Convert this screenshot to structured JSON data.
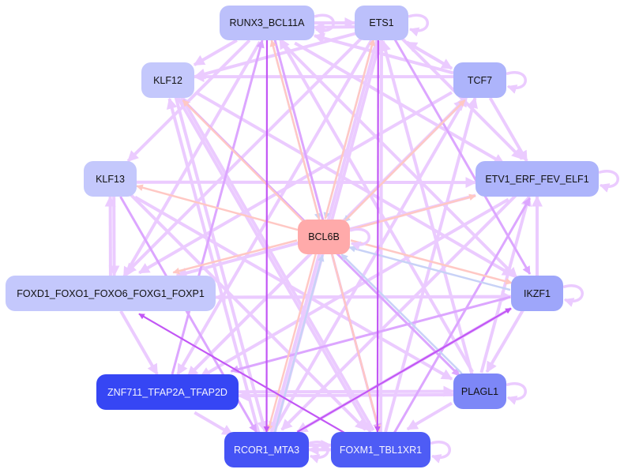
{
  "nodes": [
    {
      "id": "RUNX3_BCL11A",
      "label": "RUNX3_BCL11A",
      "color": "#bcc0fb",
      "self_loop": true
    },
    {
      "id": "ETS1",
      "label": "ETS1",
      "color": "#bcc0fb",
      "self_loop": true
    },
    {
      "id": "TCF7",
      "label": "TCF7",
      "color": "#adb4fb",
      "self_loop": true
    },
    {
      "id": "ETV1_ERF_FEV_ELF1",
      "label": "ETV1_ERF_FEV_ELF1",
      "color": "#adb4fb",
      "self_loop": true
    },
    {
      "id": "IKZF1",
      "label": "IKZF1",
      "color": "#9ea6fa",
      "self_loop": true
    },
    {
      "id": "PLAGL1",
      "label": "PLAGL1",
      "color": "#7d87f7",
      "self_loop": true
    },
    {
      "id": "FOXM1_TBL1XR1",
      "label": "FOXM1_TBL1XR1",
      "color": "#4e5cf5",
      "self_loop": true,
      "dark": true
    },
    {
      "id": "RCOR1_MTA3",
      "label": "RCOR1_MTA3",
      "color": "#4553f5",
      "self_loop": true,
      "dark": true
    },
    {
      "id": "ZNF711_TFAP2A_TFAP2D",
      "label": "ZNF711_TFAP2A_TFAP2D",
      "color": "#3646f4",
      "self_loop": false,
      "dark": true
    },
    {
      "id": "FOXD1_FOXO1_FOXO6_FOXG1_FOXP1",
      "label": "FOXD1_FOXO1_FOXO6_FOXG1_FOXP1",
      "color": "#c4c8fc",
      "self_loop": false
    },
    {
      "id": "KLF13",
      "label": "KLF13",
      "color": "#c4c8fc",
      "self_loop": false
    },
    {
      "id": "KLF12",
      "label": "KLF12",
      "color": "#c4c8fc",
      "self_loop": false
    },
    {
      "id": "BCL6B",
      "label": "BCL6B",
      "color": "#ffaaaa",
      "self_loop": true
    }
  ],
  "edge_colors": {
    "light": "#ebcbff",
    "mid": "#dca6ff",
    "strong": "#c257f5",
    "pink": "#ffc8c4",
    "blue": "#c8d2f7"
  },
  "edges": [
    [
      "ETS1",
      "RUNX3_BCL11A",
      "light"
    ],
    [
      "RUNX3_BCL11A",
      "ETS1",
      "light"
    ],
    [
      "ETS1",
      "TCF7",
      "light"
    ],
    [
      "TCF7",
      "ETS1",
      "light"
    ],
    [
      "TCF7",
      "ETV1_ERF_FEV_ELF1",
      "light"
    ],
    [
      "RUNX3_BCL11A",
      "ETV1_ERF_FEV_ELF1",
      "light"
    ],
    [
      "ETS1",
      "ETV1_ERF_FEV_ELF1",
      "light"
    ],
    [
      "TCF7",
      "RUNX3_BCL11A",
      "light"
    ],
    [
      "TCF7",
      "KLF12",
      "light"
    ],
    [
      "ETS1",
      "KLF12",
      "light"
    ],
    [
      "RUNX3_BCL11A",
      "KLF12",
      "light"
    ],
    [
      "KLF13",
      "ETV1_ERF_FEV_ELF1",
      "light"
    ],
    [
      "KLF13",
      "FOXD1_FOXO1_FOXO6_FOXG1_FOXP1",
      "light"
    ],
    [
      "FOXD1_FOXO1_FOXO6_FOXG1_FOXP1",
      "KLF13",
      "light"
    ],
    [
      "FOXD1_FOXO1_FOXO6_FOXG1_FOXP1",
      "IKZF1",
      "light"
    ],
    [
      "IKZF1",
      "FOXD1_FOXO1_FOXO6_FOXG1_FOXP1",
      "light"
    ],
    [
      "FOXD1_FOXO1_FOXO6_FOXG1_FOXP1",
      "ZNF711_TFAP2A_TFAP2D",
      "light"
    ],
    [
      "ZNF711_TFAP2A_TFAP2D",
      "RCOR1_MTA3",
      "light"
    ],
    [
      "RCOR1_MTA3",
      "FOXM1_TBL1XR1",
      "light"
    ],
    [
      "FOXM1_TBL1XR1",
      "RCOR1_MTA3",
      "light"
    ],
    [
      "PLAGL1",
      "FOXM1_TBL1XR1",
      "light"
    ],
    [
      "PLAGL1",
      "ZNF711_TFAP2A_TFAP2D",
      "light"
    ],
    [
      "ZNF711_TFAP2A_TFAP2D",
      "PLAGL1",
      "light"
    ],
    [
      "IKZF1",
      "PLAGL1",
      "light"
    ],
    [
      "PLAGL1",
      "ETV1_ERF_FEV_ELF1",
      "light"
    ],
    [
      "IKZF1",
      "ETV1_ERF_FEV_ELF1",
      "light"
    ],
    [
      "FOXM1_TBL1XR1",
      "ETV1_ERF_FEV_ELF1",
      "mid"
    ],
    [
      "RCOR1_MTA3",
      "TCF7",
      "light"
    ],
    [
      "FOXM1_TBL1XR1",
      "TCF7",
      "light"
    ],
    [
      "ZNF711_TFAP2A_TFAP2D",
      "TCF7",
      "light"
    ],
    [
      "KLF12",
      "RCOR1_MTA3",
      "light"
    ],
    [
      "KLF12",
      "FOXM1_TBL1XR1",
      "light"
    ],
    [
      "KLF12",
      "PLAGL1",
      "mid"
    ],
    [
      "KLF12",
      "IKZF1",
      "light"
    ],
    [
      "KLF13",
      "RCOR1_MTA3",
      "mid"
    ],
    [
      "KLF13",
      "PLAGL1",
      "light"
    ],
    [
      "KLF13",
      "FOXM1_TBL1XR1",
      "light"
    ],
    [
      "RUNX3_BCL11A",
      "RCOR1_MTA3",
      "strong"
    ],
    [
      "ETS1",
      "FOXM1_TBL1XR1",
      "strong"
    ],
    [
      "RUNX3_BCL11A",
      "FOXM1_TBL1XR1",
      "mid"
    ],
    [
      "ETS1",
      "RCOR1_MTA3",
      "light"
    ],
    [
      "RUNX3_BCL11A",
      "IKZF1",
      "light"
    ],
    [
      "ETS1",
      "IKZF1",
      "mid"
    ],
    [
      "ETS1",
      "ZNF711_TFAP2A_TFAP2D",
      "light"
    ],
    [
      "ETS1",
      "FOXD1_FOXO1_FOXO6_FOXG1_FOXP1",
      "light"
    ],
    [
      "RUNX3_BCL11A",
      "FOXD1_FOXO1_FOXO6_FOXG1_FOXP1",
      "light"
    ],
    [
      "RUNX3_BCL11A",
      "KLF13",
      "light"
    ],
    [
      "TCF7",
      "FOXD1_FOXO1_FOXO6_FOXG1_FOXP1",
      "light"
    ],
    [
      "TCF7",
      "ZNF711_TFAP2A_TFAP2D",
      "light"
    ],
    [
      "ETV1_ERF_FEV_ELF1",
      "FOXD1_FOXO1_FOXO6_FOXG1_FOXP1",
      "light"
    ],
    [
      "ETV1_ERF_FEV_ELF1",
      "RCOR1_MTA3",
      "light"
    ],
    [
      "ETV1_ERF_FEV_ELF1",
      "ZNF711_TFAP2A_TFAP2D",
      "light"
    ],
    [
      "IKZF1",
      "RCOR1_MTA3",
      "light"
    ],
    [
      "IKZF1",
      "ZNF711_TFAP2A_TFAP2D",
      "mid"
    ],
    [
      "FOXM1_TBL1XR1",
      "FOXD1_FOXO1_FOXO6_FOXG1_FOXP1",
      "strong"
    ],
    [
      "RCOR1_MTA3",
      "IKZF1",
      "strong"
    ],
    [
      "FOXM1_TBL1XR1",
      "KLF12",
      "light"
    ],
    [
      "RCOR1_MTA3",
      "KLF12",
      "light"
    ],
    [
      "ZNF711_TFAP2A_TFAP2D",
      "RUNX3_BCL11A",
      "mid"
    ],
    [
      "PLAGL1",
      "RUNX3_BCL11A",
      "light"
    ],
    [
      "PLAGL1",
      "ETS1",
      "light"
    ],
    [
      "FOXM1_TBL1XR1",
      "ETS1",
      "light"
    ],
    [
      "RCOR1_MTA3",
      "ETS1",
      "light"
    ],
    [
      "BCL6B",
      "KLF12",
      "pink"
    ],
    [
      "BCL6B",
      "KLF13",
      "pink"
    ],
    [
      "BCL6B",
      "FOXD1_FOXO1_FOXO6_FOXG1_FOXP1",
      "pink"
    ],
    [
      "BCL6B",
      "IKZF1",
      "pink"
    ],
    [
      "BCL6B",
      "ETV1_ERF_FEV_ELF1",
      "pink"
    ],
    [
      "BCL6B",
      "TCF7",
      "pink"
    ],
    [
      "BCL6B",
      "ETS1",
      "pink"
    ],
    [
      "BCL6B",
      "RUNX3_BCL11A",
      "pink"
    ],
    [
      "BCL6B",
      "RCOR1_MTA3",
      "pink"
    ],
    [
      "BCL6B",
      "FOXM1_TBL1XR1",
      "pink"
    ],
    [
      "RUNX3_BCL11A",
      "BCL6B",
      "blue"
    ],
    [
      "ETS1",
      "BCL6B",
      "blue"
    ],
    [
      "TCF7",
      "BCL6B",
      "blue"
    ],
    [
      "PLAGL1",
      "BCL6B",
      "blue"
    ],
    [
      "RCOR1_MTA3",
      "BCL6B",
      "blue"
    ],
    [
      "IKZF1",
      "BCL6B",
      "blue"
    ]
  ]
}
